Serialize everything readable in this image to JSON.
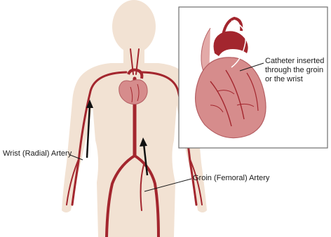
{
  "labels": {
    "radial_artery": "Wrist (Radial) Artery",
    "femoral_artery": "Groin (Femoral) Artery",
    "catheter": [
      "Catheter inserted",
      "through the groin",
      "or the wrist"
    ]
  },
  "colors": {
    "background": "#ffffff",
    "skin": "#f2e2d3",
    "artery": "#a3262e",
    "artery_light": "#c8545a",
    "heart": "#d68c8c",
    "heart_dark": "#b55f63",
    "inset_border": "#6e6e6e",
    "text": "#1a1a1a",
    "leader_line": "#1a1a1a",
    "arrow": "#111111"
  },
  "icons": {
    "direction_arrows": "up-arrow-icon"
  }
}
